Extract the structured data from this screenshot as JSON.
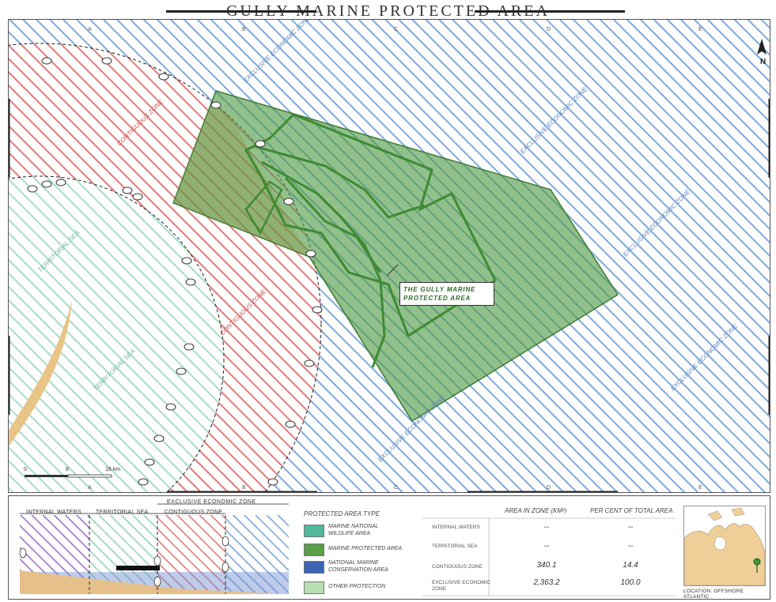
{
  "title": "GULLY MARINE PROTECTED AREA",
  "map": {
    "north_label": "N",
    "grid_letters": [
      "A",
      "B",
      "C",
      "D",
      "E"
    ],
    "zone_labels": {
      "eez": "EXCLUSIVE ECONOMIC ZONE",
      "contiguous": "CONTIGUOUS ZONE",
      "territorial": "TERRITORIAL SEA"
    },
    "callout": "THE GULLY MARINE PROTECTED AREA",
    "scale": {
      "start": "0",
      "mid": "8",
      "end": "16 km"
    }
  },
  "legend": {
    "section": {
      "eez": "EXCLUSIVE ECONOMIC ZONE",
      "internal_waters": "INTERNAL WATERS",
      "territorial_sea": "TERRITORIAL SEA",
      "contiguous_zone": "CONTIGUOUS ZONE"
    },
    "protected_area_type": {
      "title": "PROTECTED AREA TYPE",
      "items": [
        {
          "label": "MARINE NATIONAL WILDLIFE AREA",
          "color": "#4fb89c"
        },
        {
          "label": "MARINE PROTECTED AREA",
          "color": "#5a9e47"
        },
        {
          "label": "NATIONAL MARINE CONSERVATION AREA",
          "color": "#3d63b5"
        },
        {
          "label": "OTHER PROTECTION",
          "color": "#b9ddb2"
        }
      ]
    },
    "table": {
      "headers": [
        "AREA IN ZONE (KM²)",
        "PER CENT OF TOTAL AREA"
      ],
      "rows": [
        {
          "zone": "INTERNAL WATERS",
          "area": "--",
          "percent": "--"
        },
        {
          "zone": "TERRITORIAL SEA",
          "area": "--",
          "percent": "--"
        },
        {
          "zone": "CONTIGUOUS ZONE",
          "area": "340.1",
          "percent": "14.4"
        },
        {
          "zone": "EXCLUSIVE ECONOMIC ZONE",
          "area": "2,363.2",
          "percent": "100.0"
        }
      ]
    },
    "location": "LOCATION: OFFSHORE ATLANTIC"
  },
  "colors": {
    "eez": "#6f9fd6",
    "contiguous": "#e06a6a",
    "territorial": "#8fd1b4",
    "mpa_fill": "#4f9a43",
    "internal": "#9b6bc4",
    "land": "#e6c08a"
  }
}
